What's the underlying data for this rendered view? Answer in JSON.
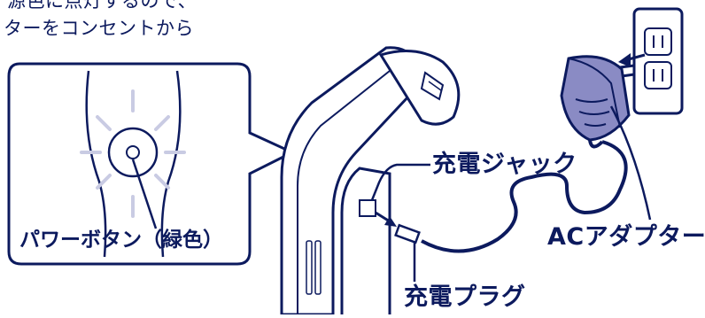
{
  "header_text": {
    "line1": "源色に点灯するので、",
    "line2": "ターをコンセントから"
  },
  "labels": {
    "power_button": "パワーボタン（緑色）",
    "charge_jack": "充電ジャック",
    "ac_adapter": "ACアダプター",
    "charge_plug": "充電プラグ"
  },
  "colors": {
    "line": "#0c1a5e",
    "adapter_fill": "#8a8bc4",
    "adapter_shade": "#6c6da9",
    "device_fill": "#ffffff",
    "glow": "#c9cbe3"
  },
  "icons": [
    "power-icon",
    "glow-rays",
    "arrow-icon",
    "wall-outlet-icon"
  ]
}
